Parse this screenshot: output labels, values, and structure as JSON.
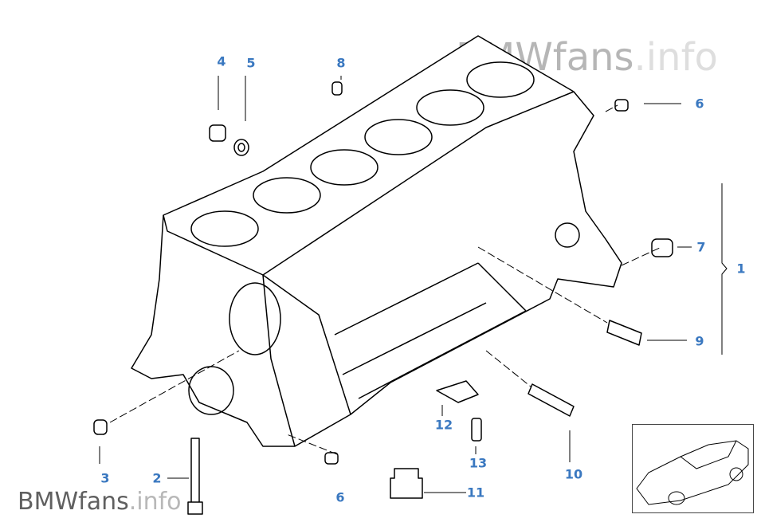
{
  "watermark": {
    "brand": "BMWfans",
    "suffix": ".info"
  },
  "callouts": [
    {
      "id": "1",
      "label": "1"
    },
    {
      "id": "2",
      "label": "2"
    },
    {
      "id": "3",
      "label": "3"
    },
    {
      "id": "4",
      "label": "4"
    },
    {
      "id": "5",
      "label": "5"
    },
    {
      "id": "6a",
      "label": "6"
    },
    {
      "id": "6b",
      "label": "6"
    },
    {
      "id": "7",
      "label": "7"
    },
    {
      "id": "8",
      "label": "8"
    },
    {
      "id": "9",
      "label": "9"
    },
    {
      "id": "10",
      "label": "10"
    },
    {
      "id": "11",
      "label": "11"
    },
    {
      "id": "12",
      "label": "12"
    },
    {
      "id": "13",
      "label": "13"
    }
  ],
  "colors": {
    "callout": "#3a78c0",
    "line": "#000000"
  }
}
